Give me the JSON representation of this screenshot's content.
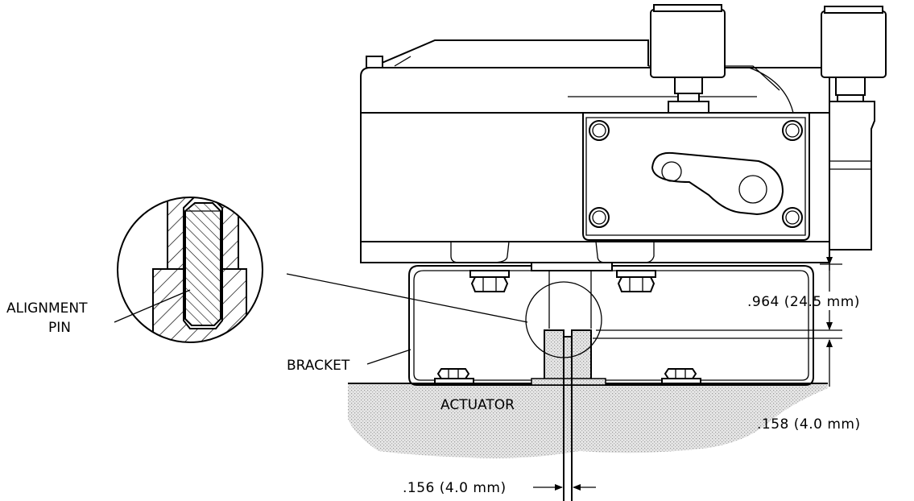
{
  "labels": {
    "alignment_pin_line1": "ALIGNMENT",
    "alignment_pin_line2": "PIN",
    "bracket": "BRACKET",
    "actuator": "ACTUATOR"
  },
  "dimensions": {
    "top_gap": ".964 (24.5 mm)",
    "lower_gap": ".158 (4.0 mm)",
    "pin_width": ".156 (4.0 mm)"
  },
  "colors": {
    "line": "#000000",
    "actuator_fill": "#d4d4d4",
    "background": "#ffffff"
  }
}
